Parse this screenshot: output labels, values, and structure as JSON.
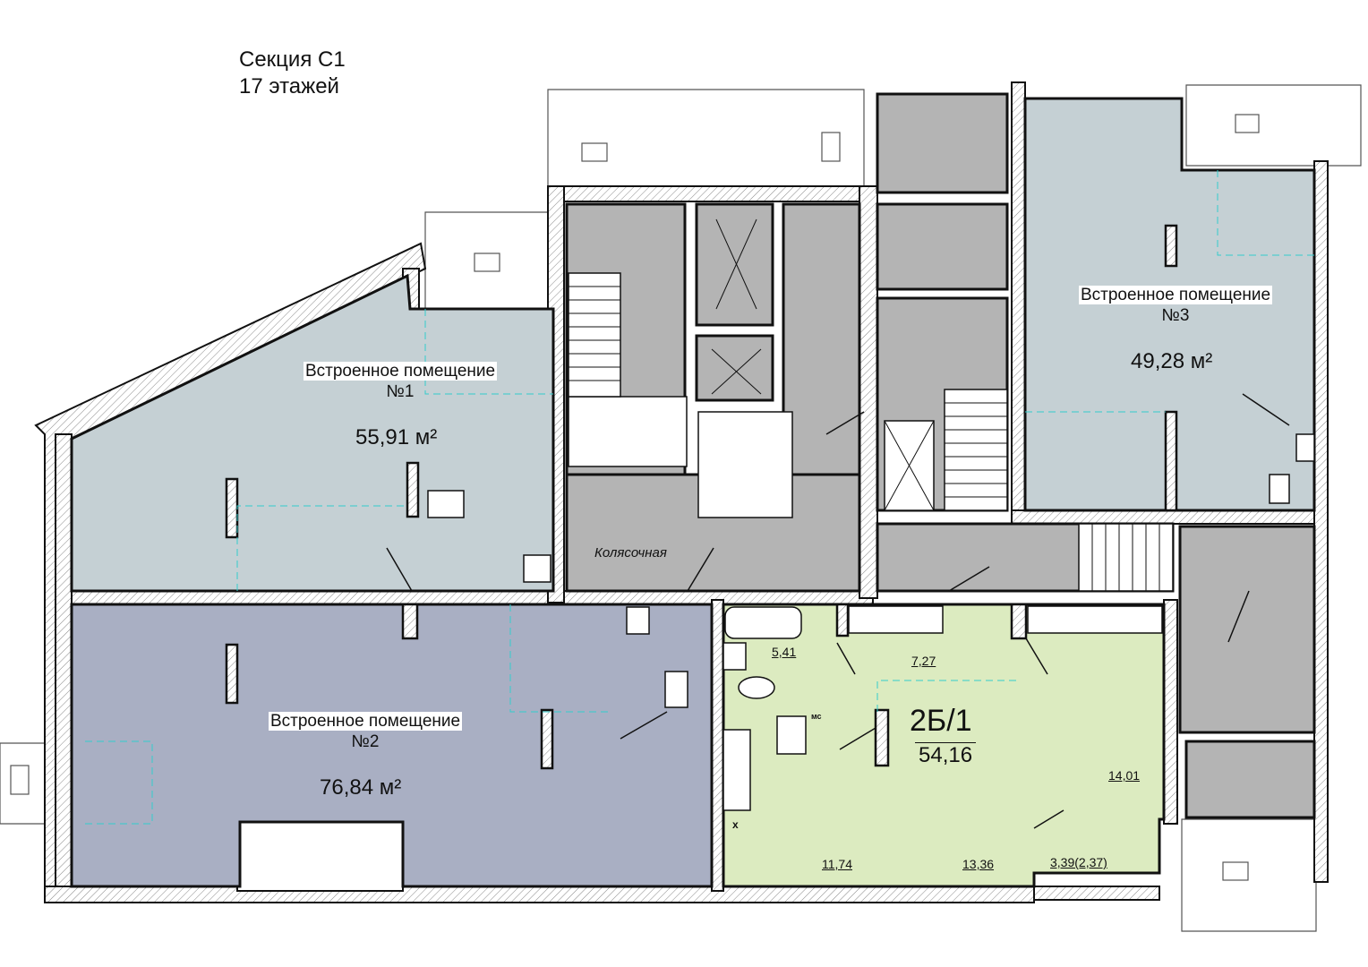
{
  "section": {
    "name": "Секция С1",
    "floors": "17 этажей"
  },
  "rooms": [
    {
      "label": "Встроенное помещение",
      "number": "№1",
      "area": "55,91 м²"
    },
    {
      "label": "Встроенное помещение",
      "number": "№2",
      "area": "76,84 м²"
    },
    {
      "label": "Встроенное помещение",
      "number": "№3",
      "area": "49,28 м²"
    }
  ],
  "stroller_room": "Колясочная",
  "apartment": {
    "type": "2Б/1",
    "total_area": "54,16",
    "subareas": {
      "bathroom": "5,41",
      "hall": "7,27",
      "kitchen": "11,74",
      "living": "13,36",
      "bedroom": "14,01",
      "balcony": "3,39(2,37)"
    },
    "marks": {
      "mc": "мс",
      "x": "х"
    }
  },
  "colors": {
    "room13": "#c5d0d4",
    "room2": "#a9afc3",
    "apartment": "#dcebc0",
    "core": "#b4b4b4",
    "wall": "#111111"
  }
}
